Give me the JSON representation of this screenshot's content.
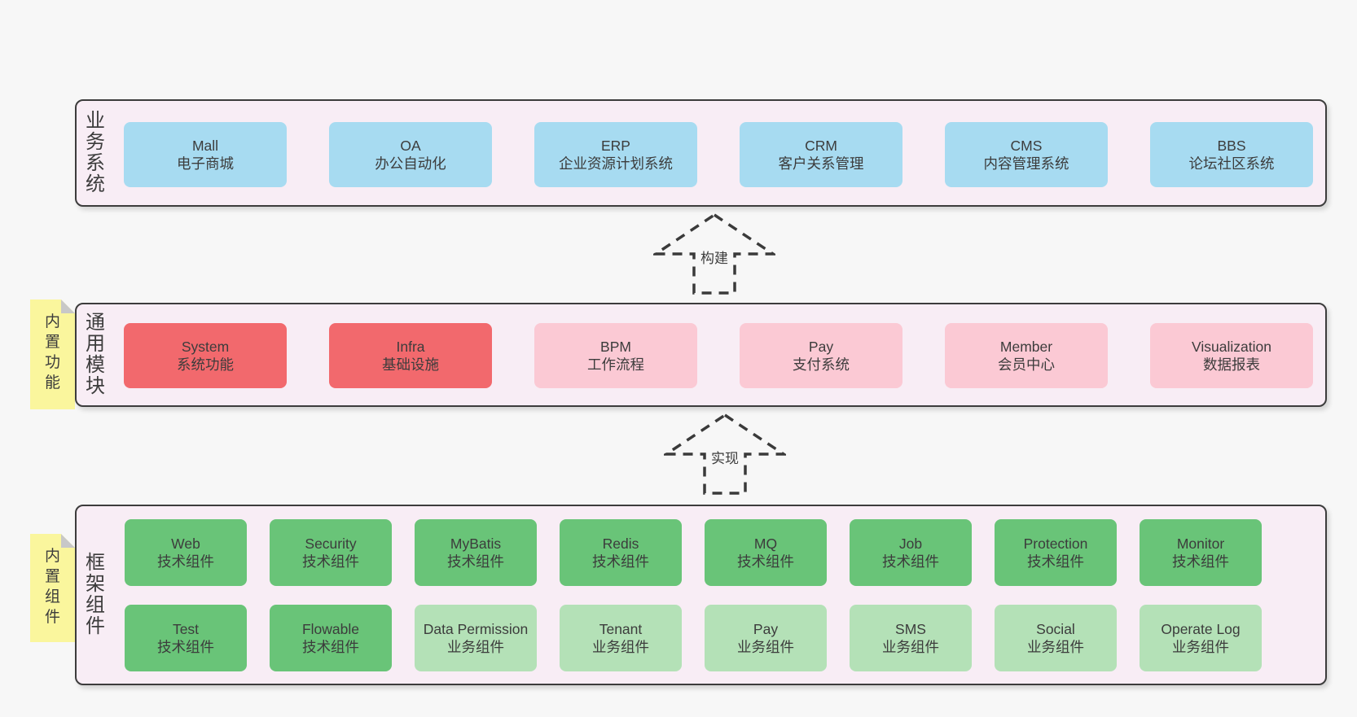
{
  "palette": {
    "page_background": "#F7F7F7",
    "band_fill": "#F8EDF5",
    "band_border": "#3C3C3C",
    "business_box": "#A7DBF1",
    "core_module_box": "#F2696D",
    "optional_module_box": "#FBC9D4",
    "tech_component_box": "#69C478",
    "biz_component_box": "#B4E1B7",
    "sticky_note": "#FAF69D",
    "sticky_fold": "#C8C8C8",
    "text": "#3C3C3C"
  },
  "arrows": [
    {
      "label": "构建"
    },
    {
      "label": "实现"
    }
  ],
  "bands": [
    {
      "label": "业务系统",
      "boxes": [
        {
          "name": "Mall",
          "desc": "电子商城"
        },
        {
          "name": "OA",
          "desc": "办公自动化"
        },
        {
          "name": "ERP",
          "desc": "企业资源计划系统"
        },
        {
          "name": "CRM",
          "desc": "客户关系管理"
        },
        {
          "name": "CMS",
          "desc": "内容管理系统"
        },
        {
          "name": "BBS",
          "desc": "论坛社区系统"
        }
      ]
    },
    {
      "label": "通用模块",
      "note": "内置功能",
      "boxes": [
        {
          "name": "System",
          "desc": "系统功能"
        },
        {
          "name": "Infra",
          "desc": "基础设施"
        },
        {
          "name": "BPM",
          "desc": "工作流程"
        },
        {
          "name": "Pay",
          "desc": "支付系统"
        },
        {
          "name": "Member",
          "desc": "会员中心"
        },
        {
          "name": "Visualization",
          "desc": "数据报表"
        }
      ]
    },
    {
      "label": "框架组件",
      "note": "内置组件",
      "rows": [
        [
          {
            "name": "Web",
            "desc": "技术组件"
          },
          {
            "name": "Security",
            "desc": "技术组件"
          },
          {
            "name": "MyBatis",
            "desc": "技术组件"
          },
          {
            "name": "Redis",
            "desc": "技术组件"
          },
          {
            "name": "MQ",
            "desc": "技术组件"
          },
          {
            "name": "Job",
            "desc": "技术组件"
          },
          {
            "name": "Protection",
            "desc": "技术组件"
          },
          {
            "name": "Monitor",
            "desc": "技术组件"
          }
        ],
        [
          {
            "name": "Test",
            "desc": "技术组件"
          },
          {
            "name": "Flowable",
            "desc": "技术组件"
          },
          {
            "name": "Data Permission",
            "desc": "业务组件"
          },
          {
            "name": "Tenant",
            "desc": "业务组件"
          },
          {
            "name": "Pay",
            "desc": "业务组件"
          },
          {
            "name": "SMS",
            "desc": "业务组件"
          },
          {
            "name": "Social",
            "desc": "业务组件"
          },
          {
            "name": "Operate Log",
            "desc": "业务组件"
          }
        ]
      ]
    }
  ]
}
